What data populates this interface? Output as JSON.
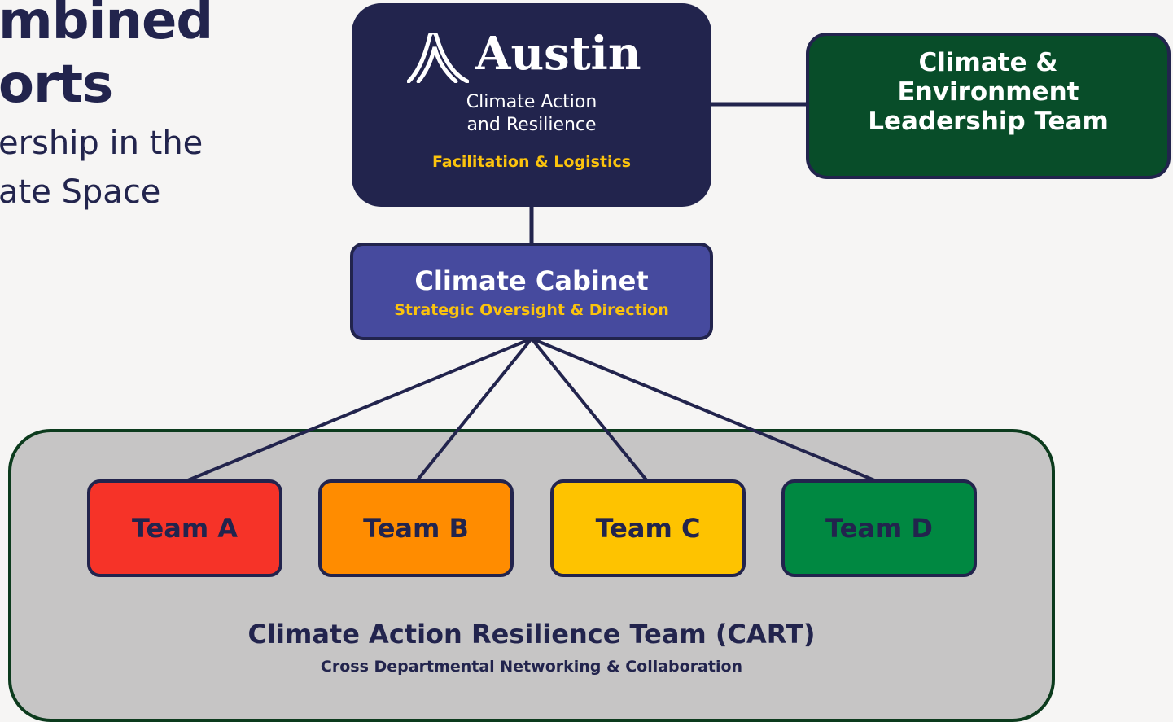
{
  "heading": {
    "line1": "mbined",
    "line2": "orts",
    "sub1": "ership in the",
    "sub2": "ate Space"
  },
  "austin": {
    "logo_word": "Austin",
    "logo_sub1": "Climate Action",
    "logo_sub2": "and Resilience",
    "role": "Facilitation & Logistics",
    "color": "#22244d"
  },
  "celt": {
    "line1": "Climate &",
    "line2": "Environment",
    "line3": "Leadership Team",
    "color": "#084d29"
  },
  "cabinet": {
    "title": "Climate Cabinet",
    "role": "Strategic Oversight & Direction",
    "color": "#464a9e"
  },
  "teams": [
    {
      "label": "Team A",
      "color": "#f63328"
    },
    {
      "label": "Team B",
      "color": "#ff8c00"
    },
    {
      "label": "Team C",
      "color": "#fec300"
    },
    {
      "label": "Team D",
      "color": "#008841"
    }
  ],
  "cart": {
    "title": "Climate Action Resilience Team (CART)",
    "subtitle": "Cross Departmental Networking & Collaboration",
    "color": "#c6c5c5"
  },
  "accent_text_color": "#fbc30d"
}
